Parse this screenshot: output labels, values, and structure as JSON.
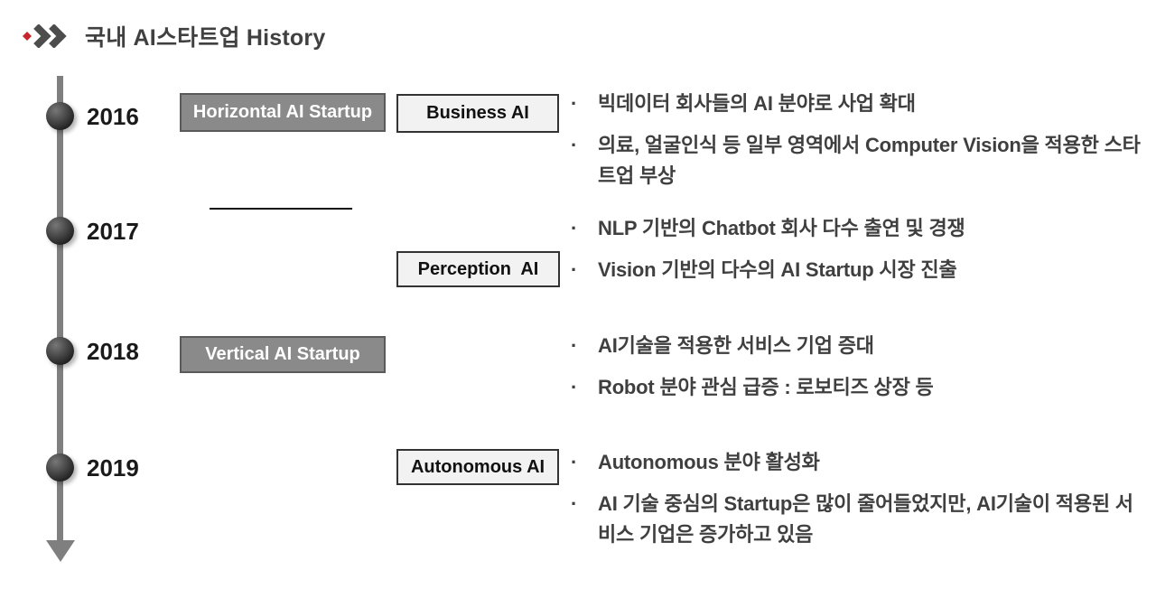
{
  "title": {
    "text": "국내 AI스타트업 History"
  },
  "ui": {
    "bullet_char": "·"
  },
  "colors": {
    "accent_red": "#c9252c",
    "dark_box_fill": "#8a8a8a",
    "dark_box_border": "#5a5a5a",
    "light_box_fill": "#f2f2f2",
    "light_box_border": "#333333",
    "timeline_gray": "#7f7f7f",
    "body_text": "#3f3f3f"
  },
  "boxes": {
    "horizontal": "Horizontal AI Startup",
    "business": "Business AI",
    "perception": "Perception  AI",
    "vertical": "Vertical AI Startup",
    "autonomous": "Autonomous AI"
  },
  "sections": [
    {
      "year": "2016",
      "bullets": [
        "빅데이터 회사들의 AI 분야로 사업 확대",
        "의료, 얼굴인식 등 일부 영역에서 Computer Vision을 적용한 스타트업 부상"
      ]
    },
    {
      "year": "2017",
      "bullets": [
        "NLP 기반의 Chatbot 회사 다수 출연 및 경쟁",
        "Vision 기반의 다수의 AI Startup 시장 진출"
      ]
    },
    {
      "year": "2018",
      "bullets": [
        "AI기술을 적용한 서비스 기업 증대",
        "Robot 분야 관심 급증 : 로보티즈 상장 등"
      ]
    },
    {
      "year": "2019",
      "bullets": [
        "Autonomous 분야 활성화",
        "AI 기술 중심의 Startup은 많이 줄어들었지만, AI기술이 적용된 서비스 기업은 증가하고 있음"
      ]
    }
  ]
}
